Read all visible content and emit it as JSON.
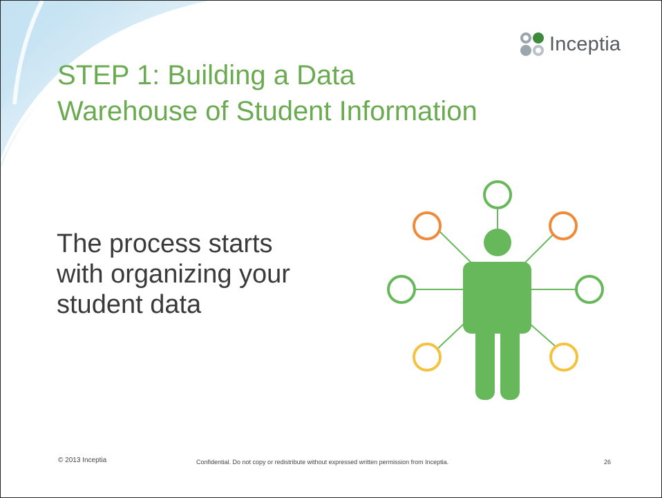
{
  "logo": {
    "text": "Inceptia"
  },
  "title": {
    "line1": "STEP 1:  Building a Data",
    "line2": "Warehouse of Student Information"
  },
  "body": {
    "line1": "The process starts",
    "line2": "with organizing your",
    "line3": "student data"
  },
  "footer": {
    "copyright": "© 2013 Inceptia",
    "confidential": "Confidential. Do not copy or redistribute without expressed written permission from Inceptia.",
    "page_number": "26"
  },
  "colors": {
    "title_green": "#6aaa50",
    "figure_green": "#66b85a",
    "node_orange": "#ee8a3a",
    "node_yellow": "#f4c23e",
    "logo_gray": "#9aa5ad",
    "logo_dark_green": "#3e8a3c"
  }
}
